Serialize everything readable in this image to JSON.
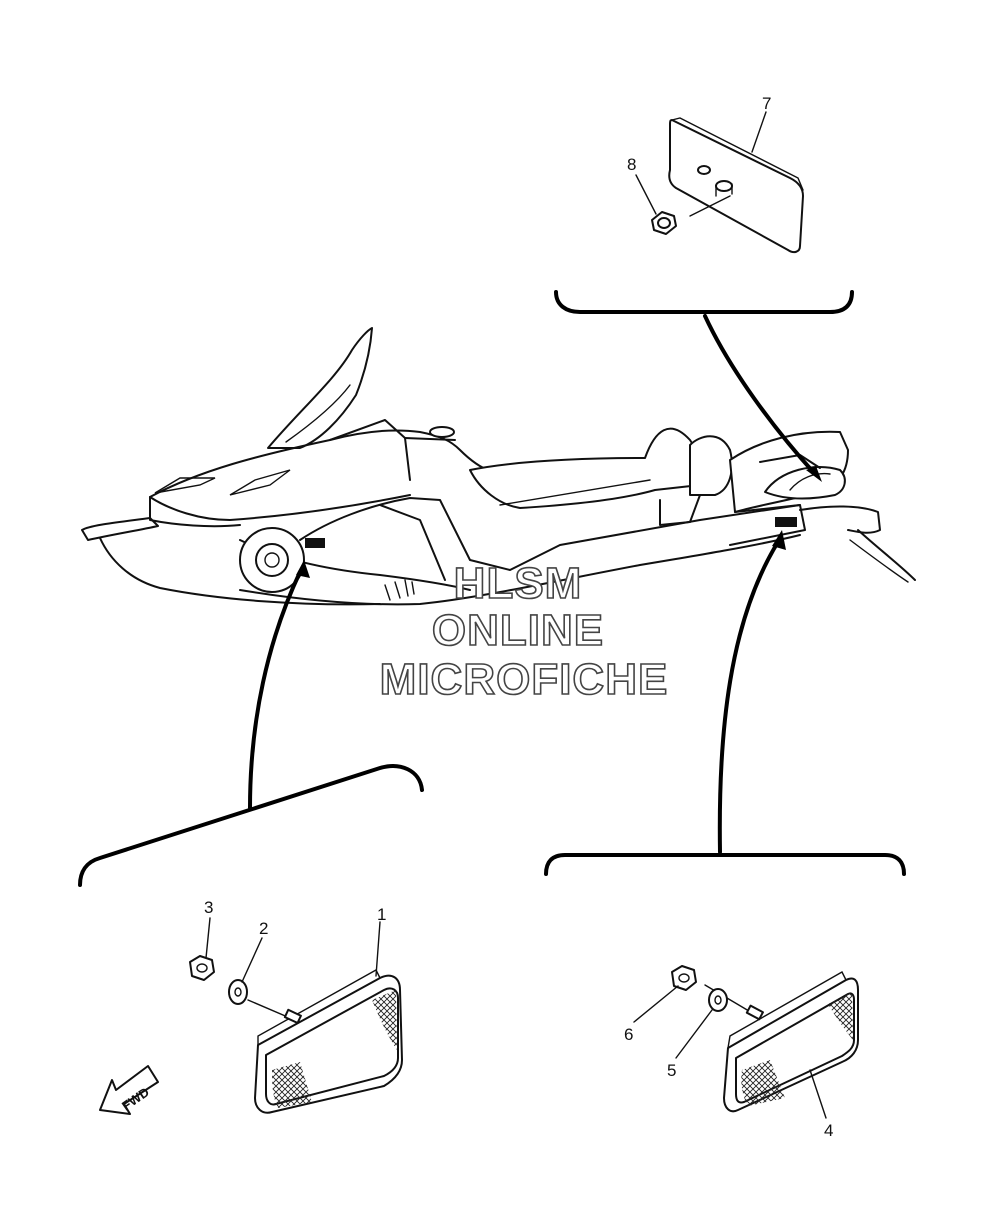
{
  "diagram": {
    "callouts": {
      "c1": "1",
      "c2": "2",
      "c3": "3",
      "c4": "4",
      "c5": "5",
      "c6": "6",
      "c7": "7",
      "c8": "8"
    },
    "watermark": {
      "line1": "HLSM",
      "line2": "ONLINE",
      "line3": "MICROFICHE"
    },
    "fwd_label": "FWD"
  }
}
